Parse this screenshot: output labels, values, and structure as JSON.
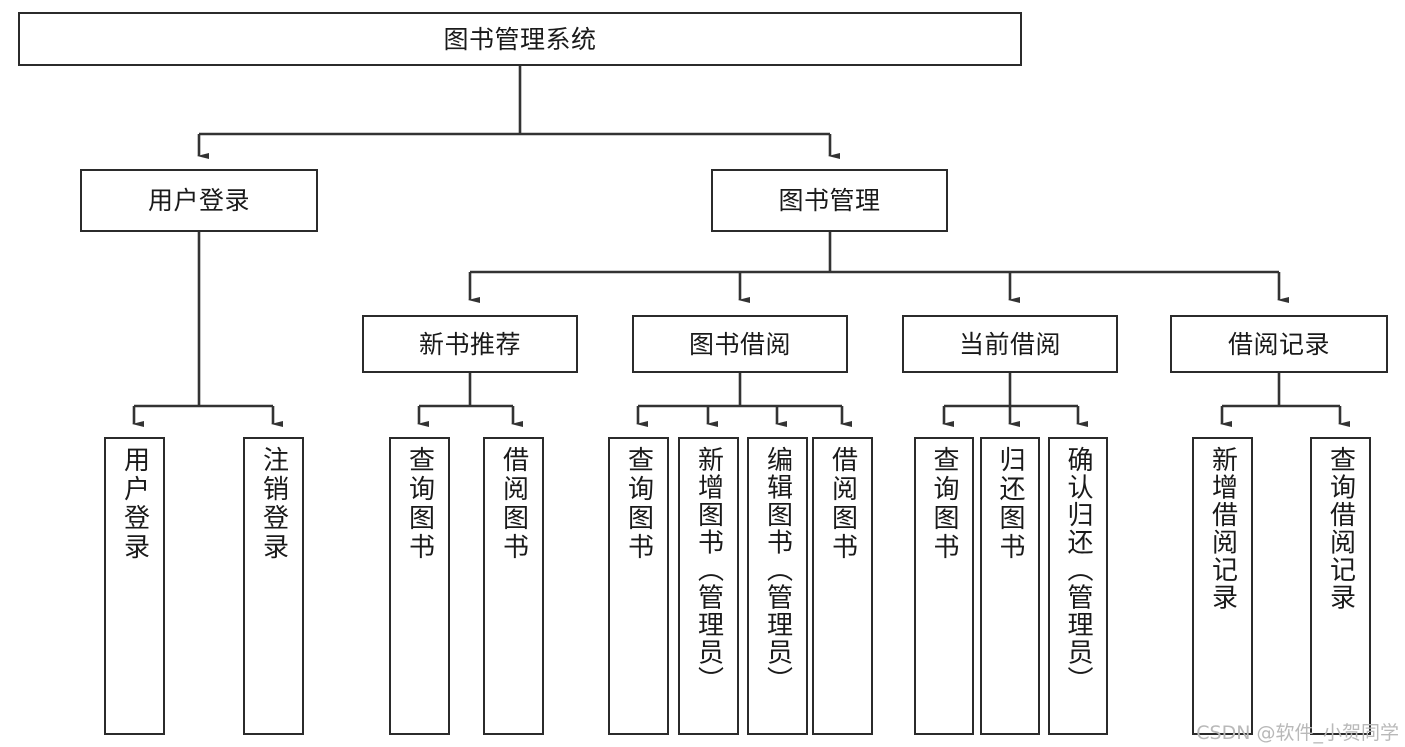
{
  "diagram": {
    "type": "tree-hierarchy",
    "title": "图书管理系统",
    "colors": {
      "box_border": "#2b2b2b",
      "box_fill": "#ffffff",
      "connector": "#333333",
      "text": "#1a1a1a",
      "watermark": "#b9b9b9",
      "background": "#ffffff"
    },
    "root": {
      "label": "图书管理系统"
    },
    "level2": [
      {
        "label": "用户登录"
      },
      {
        "label": "图书管理"
      }
    ],
    "level3": [
      {
        "label": "新书推荐"
      },
      {
        "label": "图书借阅"
      },
      {
        "label": "当前借阅"
      },
      {
        "label": "借阅记录"
      }
    ],
    "leaves": {
      "user_login": [
        {
          "label": "用户登录"
        },
        {
          "label": "注销登录"
        }
      ],
      "new_book_recommend": [
        {
          "label": "查询图书"
        },
        {
          "label": "借阅图书"
        }
      ],
      "book_borrow": [
        {
          "label": "查询图书"
        },
        {
          "label": "新增图书（管理员）"
        },
        {
          "label": "编辑图书（管理员）"
        },
        {
          "label": "借阅图书"
        }
      ],
      "current_borrow": [
        {
          "label": "查询图书"
        },
        {
          "label": "归还图书"
        },
        {
          "label": "确认归还（管理员）"
        }
      ],
      "borrow_record": [
        {
          "label": "新增借阅记录"
        },
        {
          "label": "查询借阅记录"
        }
      ]
    }
  },
  "watermark": {
    "text": "CSDN @软件_小贺同学"
  }
}
